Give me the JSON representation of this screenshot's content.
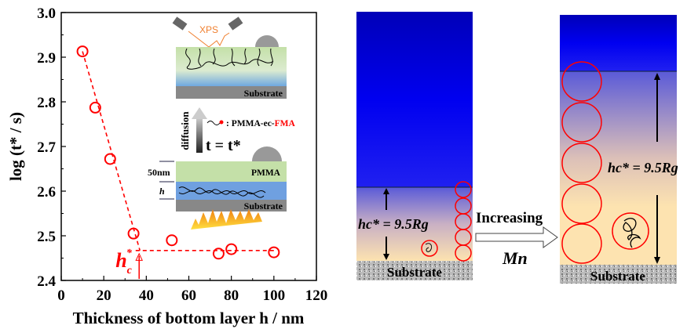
{
  "chart_data": {
    "type": "scatter",
    "xlabel": "Thickness of bottom layer h / nm",
    "ylabel": "log (t* / s)",
    "xlim": [
      0,
      120
    ],
    "ylim": [
      2.4,
      3.0
    ],
    "xticks": [
      "0",
      "20",
      "40",
      "60",
      "80",
      "100",
      "120"
    ],
    "yticks": [
      "2.4",
      "2.5",
      "2.6",
      "2.7",
      "2.8",
      "2.9",
      "3.0"
    ],
    "points": [
      {
        "x": 10,
        "y": 2.913
      },
      {
        "x": 16,
        "y": 2.787
      },
      {
        "x": 23,
        "y": 2.672
      },
      {
        "x": 34,
        "y": 2.505
      },
      {
        "x": 52,
        "y": 2.49
      },
      {
        "x": 74,
        "y": 2.46
      },
      {
        "x": 80,
        "y": 2.47
      },
      {
        "x": 100,
        "y": 2.463
      }
    ],
    "fit_lines": [
      {
        "x": [
          10,
          37
        ],
        "y": [
          2.913,
          2.467
        ]
      },
      {
        "x": [
          35,
          100
        ],
        "y": [
          2.467,
          2.467
        ]
      }
    ],
    "annotation": {
      "label": "hc*",
      "x": 37
    },
    "color": "#ff0000"
  },
  "inset": {
    "xps": "XPS",
    "substrate": "Substrate",
    "diffusion": "diffusion",
    "legend_prefix": "PMMA-ec-",
    "legend_fma": "FMA",
    "t_eq": "t = t*",
    "thickness": "50nm",
    "h": "h",
    "pmma": "PMMA"
  },
  "schematic": {
    "substrate": "Substrate",
    "hc_label": "hc* = 9.5Rg",
    "increasing": "Increasing",
    "mn": "Mn"
  }
}
